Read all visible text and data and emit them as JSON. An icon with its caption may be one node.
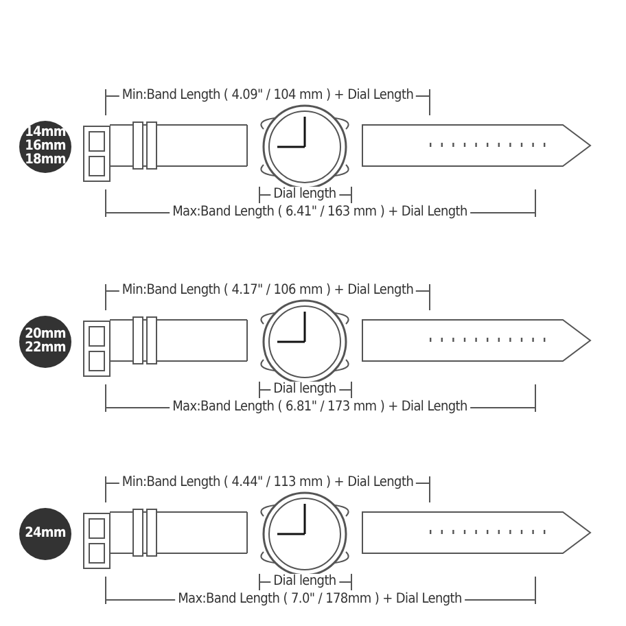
{
  "diagram": {
    "nodes": [
      {
        "text": [
          "14mm 16mm 18mm"
        ]
      },
      {
        "text": [
          "20mm 22mm"
        ]
      },
      {
        "text": [
          "24mm"
        ]
      }
    ],
    "labels": [
      "Min:Band Length ( 4.09\" / 104 mm ) + Dial Length",
      "Dial length",
      "Max:Band Length ( 6.41\" / 163 mm ) + Dial Length",
      "Min:Band Length ( 4.17\" / 106 mm ) + Dial Length",
      "Dial length",
      "Max:Band Length ( 6.81\" / 173 mm ) + Dial Length",
      "Min:Band Length ( 4.44\" / 113 mm ) + Dial Length",
      "Dial length",
      "Max:Band Length ( 7.0\" / 178mm ) + Dial Length"
    ]
  }
}
